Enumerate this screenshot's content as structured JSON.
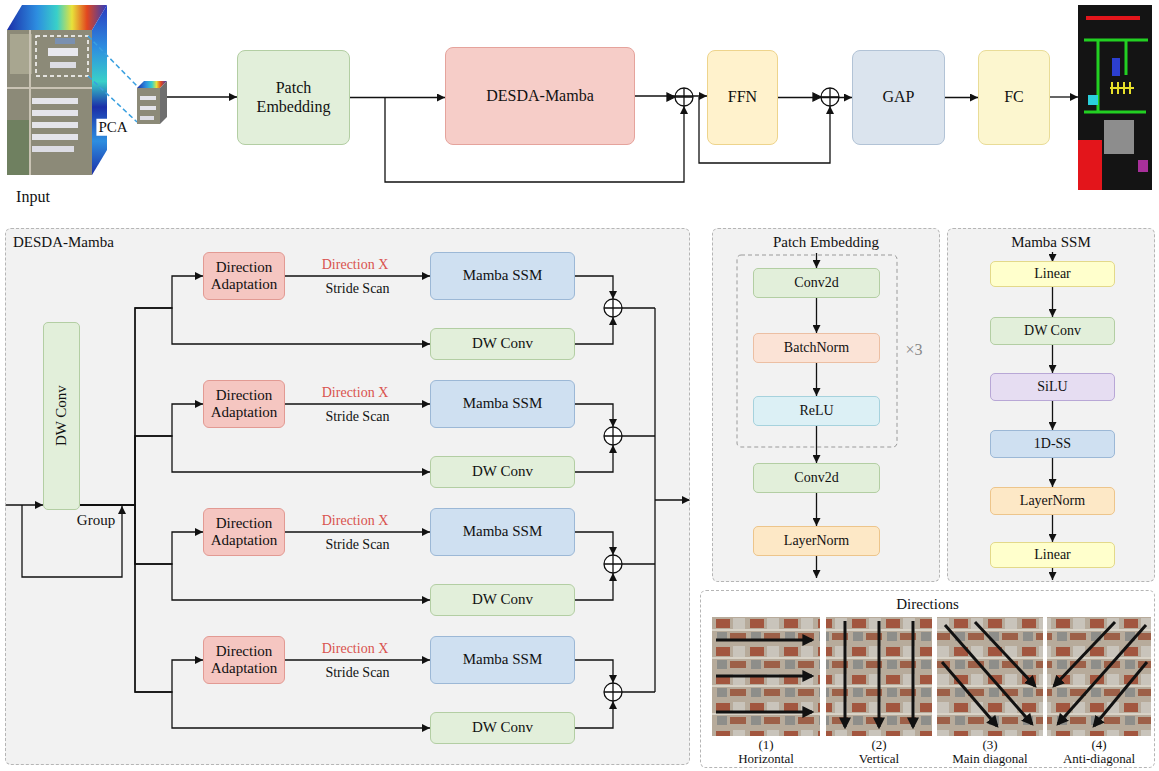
{
  "diagram": {
    "nodes": [
      {
        "text": [
          "Patch Embedding"
        ]
      },
      {
        "text": [
          "DESDA-Mamba"
        ]
      },
      {
        "text": [
          "FFN"
        ]
      },
      {
        "text": [
          "GAP"
        ]
      },
      {
        "text": [
          "FC"
        ]
      },
      {
        "text": [
          "DESDA-Mamba"
        ]
      },
      {
        "text": [
          "DW Conv"
        ],
        "in": 5
      },
      {
        "text": [
          "Direction Adaptation"
        ],
        "in": 5
      },
      {
        "text": [
          "Mamba SSM"
        ],
        "in": 5
      },
      {
        "text": [
          "DW Conv"
        ],
        "in": 5
      },
      {
        "text": [
          "Direction Adaptation"
        ],
        "in": 5
      },
      {
        "text": [
          "Mamba SSM"
        ],
        "in": 5
      },
      {
        "text": [
          "DW Conv"
        ],
        "in": 5
      },
      {
        "text": [
          "Direction Adaptation"
        ],
        "in": 5
      },
      {
        "text": [
          "Mamba SSM"
        ],
        "in": 5
      },
      {
        "text": [
          "DW Conv"
        ],
        "in": 5
      },
      {
        "text": [
          "Direction Adaptation"
        ],
        "in": 5
      },
      {
        "text": [
          "Mamba SSM"
        ],
        "in": 5
      },
      {
        "text": [
          "DW Conv"
        ],
        "in": 5
      },
      {
        "text": [
          "Patch Embedding"
        ]
      },
      {
        "text": [
          "Conv2d"
        ],
        "in": 19
      },
      {
        "text": [
          "BatchNorm"
        ],
        "in": 19
      },
      {
        "text": [
          "ReLU"
        ],
        "in": 19
      },
      {
        "text": [
          "Conv2d"
        ],
        "in": 19
      },
      {
        "text": [
          "LayerNorm"
        ],
        "in": 19
      },
      {
        "text": [
          "Mamba SSM"
        ]
      },
      {
        "text": [
          "Linear"
        ],
        "in": 25
      },
      {
        "text": [
          "DW Conv"
        ],
        "in": 25
      },
      {
        "text": [
          "SiLU"
        ],
        "in": 25
      },
      {
        "text": [
          "1D-SS"
        ],
        "in": 25
      },
      {
        "text": [
          "LayerNorm"
        ],
        "in": 25
      },
      {
        "text": [
          "Linear"
        ],
        "in": 25
      },
      {
        "text": [
          "Directions"
        ]
      }
    ],
    "edges": [
      {
        "from": 0,
        "to": 1,
        "arrow": "to"
      },
      {
        "from": 1,
        "to": 2,
        "arrow": "to"
      },
      {
        "from": 2,
        "to": 3,
        "arrow": "to"
      },
      {
        "from": 3,
        "to": 4,
        "arrow": "to"
      },
      {
        "from": 6,
        "to": 7,
        "arrow": "to"
      },
      {
        "from": 6,
        "to": 9,
        "arrow": "to"
      },
      {
        "from": 6,
        "to": 10,
        "arrow": "to"
      },
      {
        "from": 6,
        "to": 12,
        "arrow": "to"
      },
      {
        "from": 6,
        "to": 13,
        "arrow": "to"
      },
      {
        "from": 6,
        "to": 15,
        "arrow": "to"
      },
      {
        "from": 6,
        "to": 16,
        "arrow": "to"
      },
      {
        "from": 6,
        "to": 18,
        "arrow": "to"
      },
      {
        "from": 7,
        "to": 8,
        "label": "Stride Scan",
        "arrow": "to"
      },
      {
        "from": 10,
        "to": 11,
        "label": "Stride Scan",
        "arrow": "to"
      },
      {
        "from": 13,
        "to": 14,
        "label": "Stride Scan",
        "arrow": "to"
      },
      {
        "from": 16,
        "to": 17,
        "label": "Stride Scan",
        "arrow": "to"
      },
      {
        "from": 20,
        "to": 21,
        "arrow": "to"
      },
      {
        "from": 21,
        "to": 22,
        "arrow": "to"
      },
      {
        "from": 22,
        "to": 23,
        "arrow": "to"
      },
      {
        "from": 23,
        "to": 24,
        "arrow": "to"
      },
      {
        "from": 26,
        "to": 27,
        "arrow": "to"
      },
      {
        "from": 27,
        "to": 28,
        "arrow": "to"
      },
      {
        "from": 28,
        "to": 29,
        "arrow": "to"
      },
      {
        "from": 29,
        "to": 30,
        "arrow": "to"
      },
      {
        "from": 30,
        "to": 31,
        "arrow": "to"
      }
    ],
    "labels": [
      "Input",
      "PCA",
      "Group",
      "Direction X",
      "Direction X",
      "Direction X",
      "Direction X",
      "×3",
      "(1)",
      "Horizontal",
      "(2)",
      "Vertical",
      "(3)",
      "Main diagonal",
      "(4)",
      "Anti-diagonal"
    ]
  }
}
